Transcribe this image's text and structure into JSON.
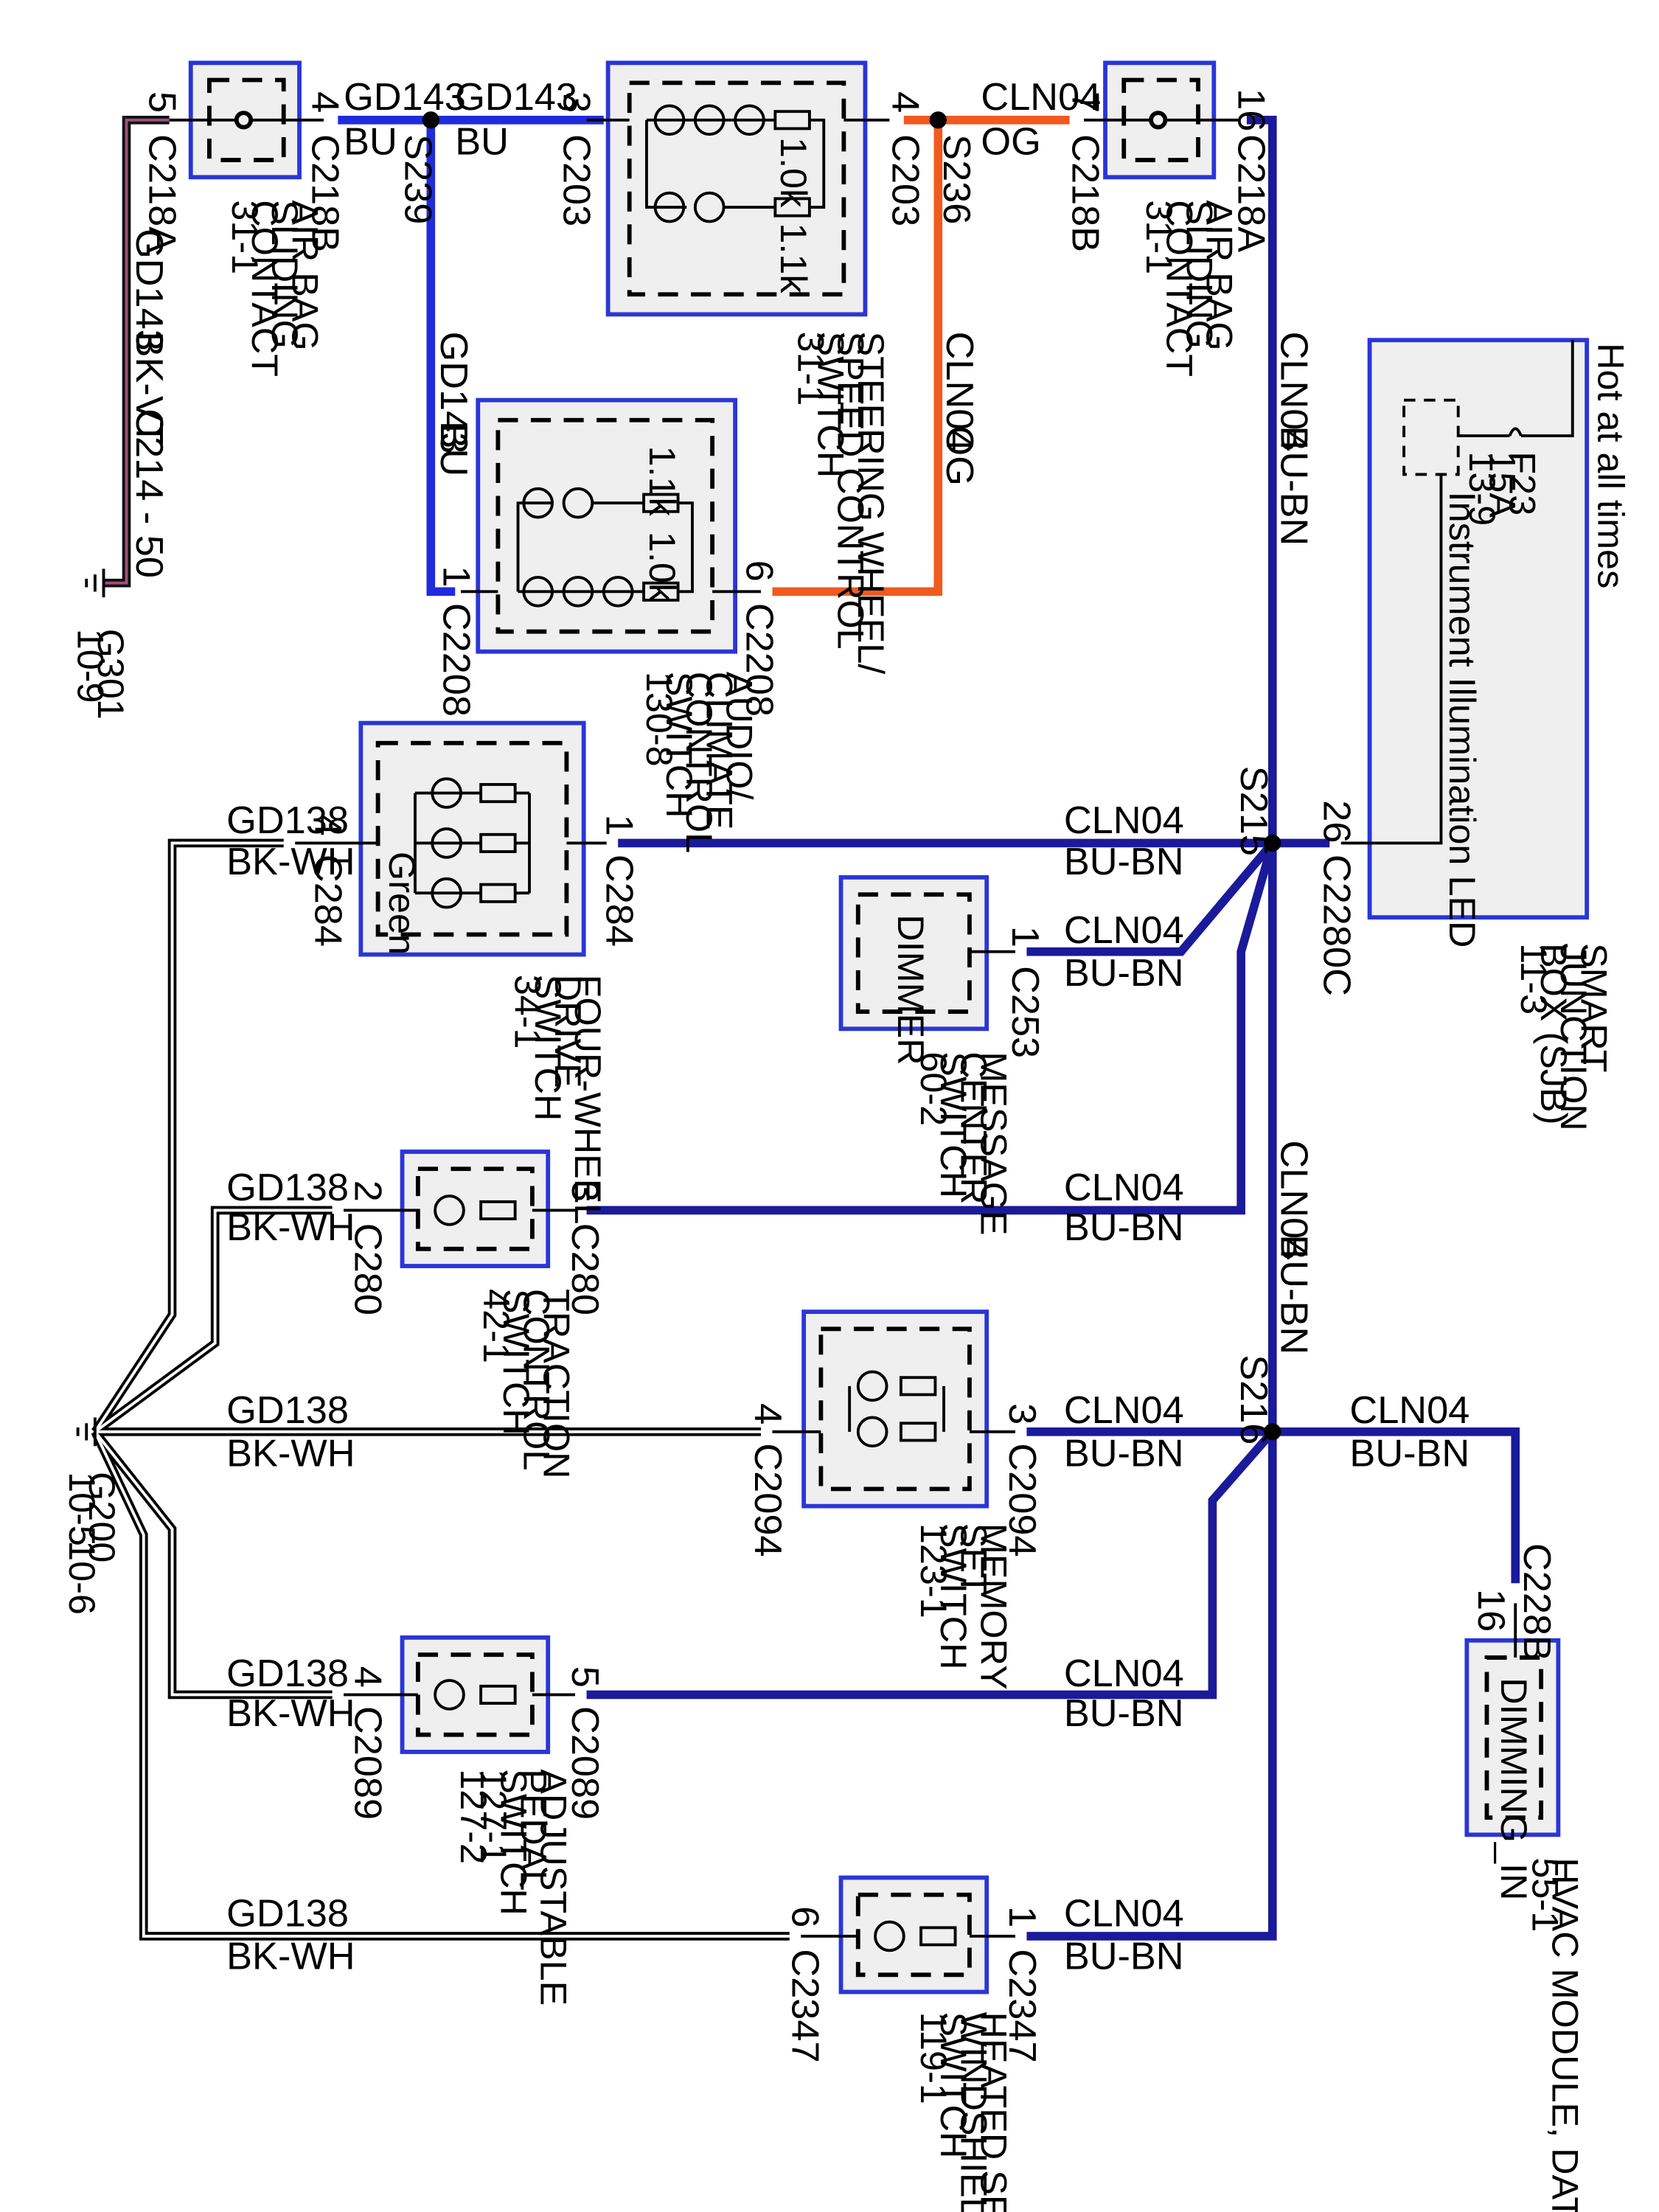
{
  "colors": {
    "bu": "#1f2bdc",
    "bu_bn": "#1a1a9a",
    "og": "#f05a1e",
    "bk_vt_dark": "#111111",
    "bk_vt_light": "#a0507a",
    "bk_wh": "#000000",
    "box_border": "#2a36d6",
    "box_fill": "#efefef"
  },
  "power": {
    "hot_label": "Hot at all times",
    "fuse": [
      "F23",
      "15A",
      "13-9"
    ],
    "internal_label": "Instrument Illumination LED"
  },
  "components": [
    {
      "id": "sjb",
      "name": [
        "SMART",
        "JUNCTION",
        "BOX (SJB)",
        "11-3"
      ]
    },
    {
      "id": "airbag_left",
      "name": [
        "AIR BAG",
        "SLIDING",
        "CONTACT",
        "31-1"
      ]
    },
    {
      "id": "airbag_right",
      "name": [
        "AIR BAG",
        "SLIDING",
        "CONTACT",
        "31-1"
      ]
    },
    {
      "id": "steering",
      "name": [
        "STEERING WHEEL/",
        "SPEED CONTROL",
        "SWITCH",
        "31-1"
      ],
      "resistors": [
        "1.0k",
        "1.1k"
      ]
    },
    {
      "id": "audio",
      "name": [
        "AUDIO/",
        "CLIMATE",
        "CONTROL",
        "SWITCH",
        "130-8"
      ],
      "resistors": [
        "1.1k",
        "1.0k"
      ]
    },
    {
      "id": "fourwd",
      "name": [
        "FOUR-WHEEL",
        "DRIVE",
        "SWITCH",
        "34-1"
      ],
      "inner": "Green"
    },
    {
      "id": "message",
      "name": [
        "MESSAGE",
        "CENTER",
        "SWITCH",
        "60-2"
      ],
      "inner": "DIMMER"
    },
    {
      "id": "traction",
      "name": [
        "TRACTION",
        "CONTROL",
        "SWITCH",
        "42-1"
      ]
    },
    {
      "id": "memory",
      "name": [
        "MEMORY",
        "SET",
        "SWITCH",
        "123-1"
      ]
    },
    {
      "id": "pedal",
      "name": [
        "ADJUSTABLE",
        "PEDAL",
        "SWITCH",
        "127-1",
        "127-2"
      ]
    },
    {
      "id": "heated",
      "name": [
        "HEATED SEAT/",
        "WINDSHIELD",
        "SWITCH",
        "119-1"
      ]
    },
    {
      "id": "hvac",
      "name": [
        "HVAC MODULE, DATC",
        "55-1"
      ],
      "inner": "DIMMING_IN"
    }
  ],
  "grounds": [
    {
      "id": "g301",
      "label": [
        "G301",
        "10-9"
      ]
    },
    {
      "id": "g200",
      "label": [
        "G200",
        "10-5",
        "10-6"
      ]
    }
  ],
  "labels": {
    "airbag_left_pin_gnd": "5",
    "airbag_left_conn_gnd": "C218A",
    "airbag_left_pin_out": "4",
    "airbag_left_conn_out": "C218B",
    "gd143_a": "GD143",
    "bu_a": "BU",
    "s239": "S239",
    "gd143_b": "GD143",
    "bu_b": "BU",
    "steer_pin_3": "3",
    "steer_conn_c203a": "C203",
    "steer_pin_4": "4",
    "steer_conn_c203b": "C203",
    "s236": "S236",
    "cln04_top": "CLN04",
    "og_top": "OG",
    "airbag_right_pin_7": "7",
    "airbag_right_conn_b": "C218B",
    "airbag_right_pin_16": "16",
    "airbag_right_conn_a": "C218A",
    "gd143_v_left": "GD143",
    "bkvt_v_left": "BK-VT",
    "c214": "C214 - 50",
    "gd143_v_mid": "GD143",
    "bu_v_mid": "BU",
    "cln04_v_og": "CLN04",
    "og_v": "OG",
    "cln04_v_main1": "CLN04",
    "bubn_v_main1": "BU-BN",
    "audio_pin_1": "1",
    "audio_conn_1": "C2208",
    "audio_pin_6": "6",
    "audio_conn_6": "C2208",
    "s215": "S215",
    "sjb_pin": "26",
    "sjb_conn": "C2280C",
    "fourwd_pin_4": "4",
    "fourwd_conn_4": "C284",
    "fourwd_pin_1": "1",
    "fourwd_conn_1": "C284",
    "gd138_1": "GD138",
    "bkwh_1": "BK-WH",
    "cln04_h1": "CLN04",
    "bubn_h1": "BU-BN",
    "msg_pin": "1",
    "msg_conn": "C253",
    "cln04_h2": "CLN04",
    "bubn_h2": "BU-BN",
    "cln04_v_main2": "CLN04",
    "bubn_v_main2": "BU-BN",
    "trac_pin_2": "2",
    "trac_conn_2": "C280",
    "trac_pin_3": "3",
    "trac_conn_3": "C280",
    "gd138_2": "GD138",
    "bkwh_2": "BK-WH",
    "cln04_h3": "CLN04",
    "bubn_h3": "BU-BN",
    "s216": "S216",
    "mem_pin_4": "4",
    "mem_conn_4": "C2094",
    "mem_pin_3": "3",
    "mem_conn_3": "C2094",
    "gd138_3": "GD138",
    "bkwh_3": "BK-WH",
    "cln04_h4": "CLN04",
    "bubn_h4": "BU-BN",
    "cln04_h5": "CLN04",
    "bubn_h5": "BU-BN",
    "hvac_conn": "C228B",
    "hvac_pin": "16",
    "ped_pin_4": "4",
    "ped_conn_4": "C2089",
    "ped_pin_5": "5",
    "ped_conn_5": "C2089",
    "gd138_4": "GD138",
    "bkwh_4": "BK-WH",
    "cln04_h6": "CLN04",
    "bubn_h6": "BU-BN",
    "heat_pin_6": "6",
    "heat_conn_6": "C2347",
    "heat_pin_1": "1",
    "heat_conn_1": "C2347",
    "gd138_5": "GD138",
    "bkwh_5": "BK-WH",
    "cln04_h7": "CLN04",
    "bubn_h7": "BU-BN"
  }
}
